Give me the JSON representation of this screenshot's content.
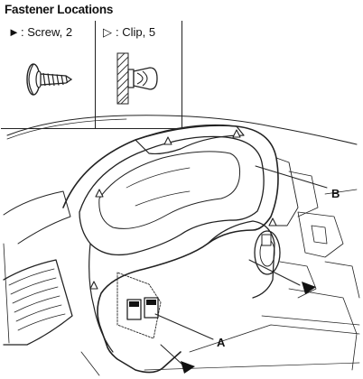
{
  "title": "Fastener Locations",
  "legend": {
    "screw": {
      "symbol": "►",
      "text": ": Screw, 2"
    },
    "clip": {
      "symbol": "▷",
      "text": ": Clip, 5"
    }
  },
  "callouts": {
    "a": "A",
    "b": "B"
  },
  "icons": {
    "screw": "screw-icon",
    "clip": "clip-icon"
  }
}
